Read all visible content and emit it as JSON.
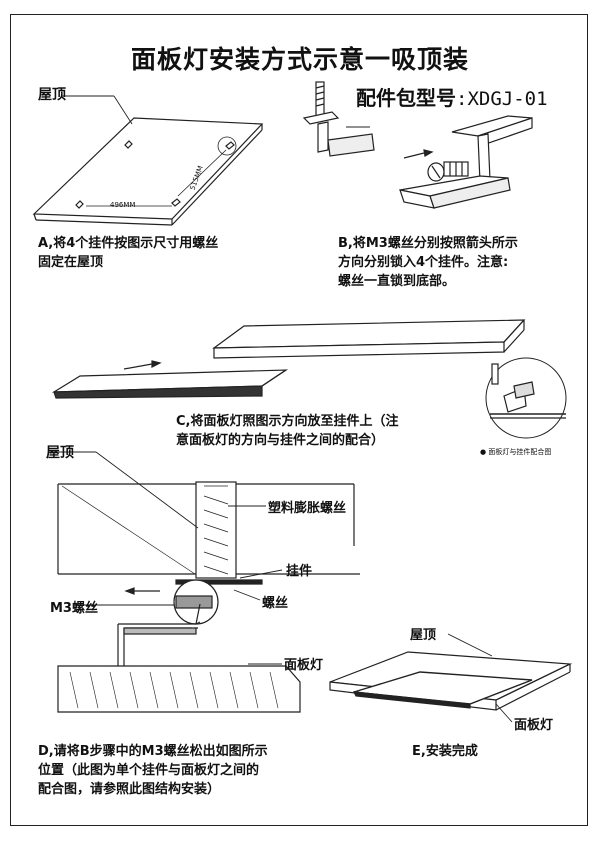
{
  "title": "面板灯安装方式示意一吸顶装",
  "package": {
    "prefix": "配件包型号",
    "code": ":XDGJ-01"
  },
  "step_a": {
    "label_ceiling": "屋顶",
    "dim_horizontal": "496MM",
    "dim_vertical": "515MM",
    "caption_line1": "A,将4个挂件按图示尺寸用螺丝",
    "caption_line2": "固定在屋顶"
  },
  "step_b": {
    "caption_line1": "B,将M3螺丝分别按照箭头所示",
    "caption_line2": "方向分别锁入4个挂件。注意:",
    "caption_line3": "螺丝一直锁到底部。"
  },
  "step_c": {
    "caption_line1": "C,将面板灯照图示方向放至挂件上（注",
    "caption_line2": "意面板灯的方向与挂件之间的配合）",
    "inset_caption": "● 面板灯与挂件配合图"
  },
  "step_d": {
    "label_ceiling": "屋顶",
    "label_plastic_screw": "塑料膨胀螺丝",
    "label_hanger": "挂件",
    "label_screw": "螺丝",
    "label_m3": "M3螺丝",
    "label_panel": "面板灯",
    "caption_line1": "D,请将B步骤中的M3螺丝松出如图所示",
    "caption_line2": "位置（此图为单个挂件与面板灯之间的",
    "caption_line3": "配合图，请参照此图结构安装）"
  },
  "step_e": {
    "label_ceiling": "屋顶",
    "label_panel": "面板灯",
    "caption": "E,安装完成"
  }
}
